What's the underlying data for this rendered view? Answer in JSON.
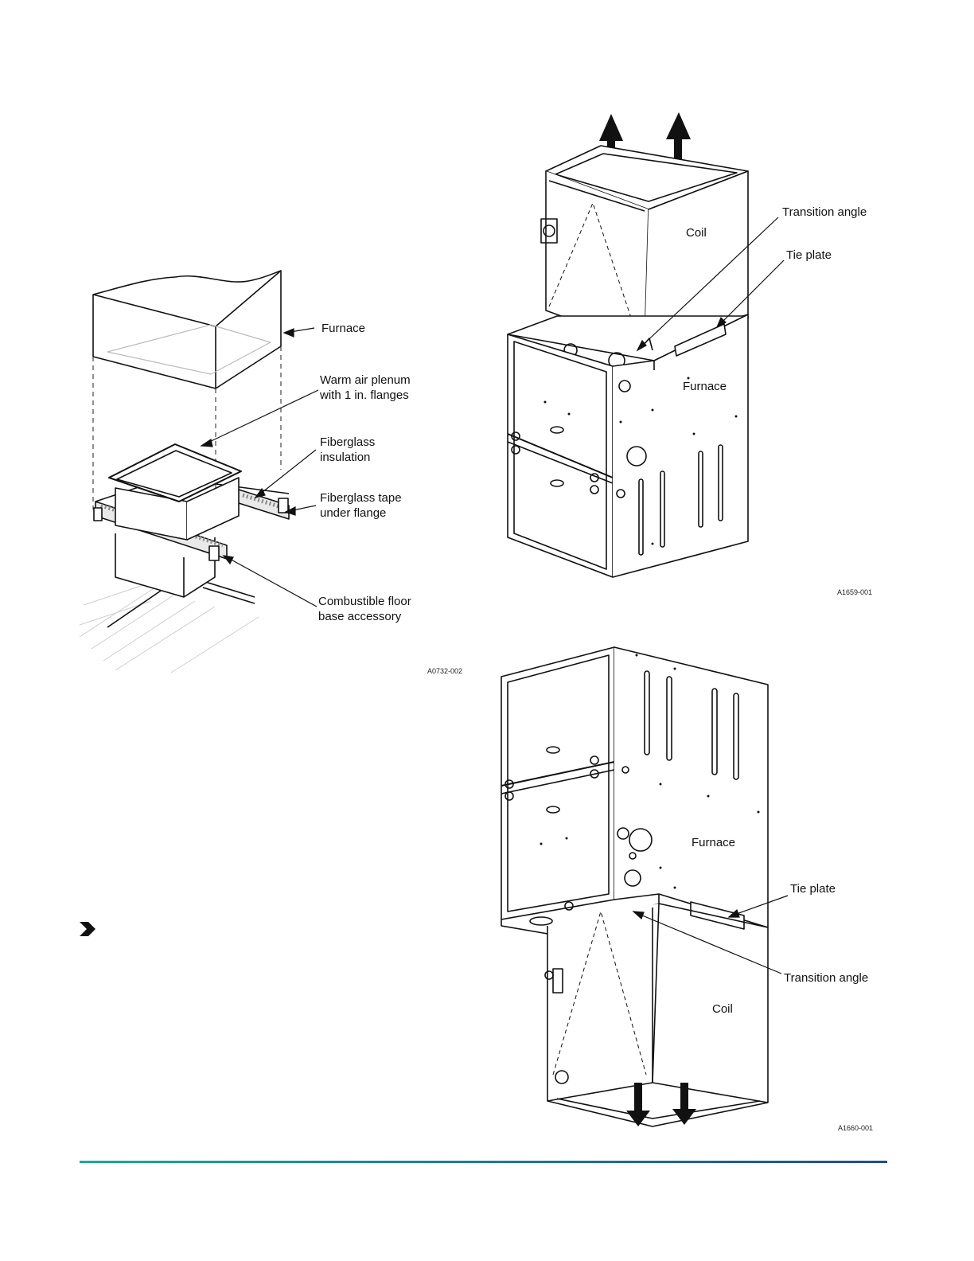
{
  "colors": {
    "accent_start": "#1aa9a0",
    "accent_end": "#1d4f8f",
    "ink": "#111111"
  },
  "figure_left": {
    "code": "A0732-002",
    "labels": {
      "furnace": "Furnace",
      "plenum": "Warm air plenum\nwith 1 in. flanges",
      "insulation": "Fiberglass\ninsulation",
      "tape": "Fiberglass tape\nunder flange",
      "base": "Combustible floor\nbase accessory"
    }
  },
  "figure_top_right": {
    "code": "A1659-001",
    "labels": {
      "transition": "Transition angle",
      "tie_plate": "Tie plate",
      "coil": "Coil",
      "furnace": "Furnace"
    }
  },
  "figure_bottom_right": {
    "code": "A1660-001",
    "labels": {
      "furnace": "Furnace",
      "tie_plate": "Tie plate",
      "transition": "Transition angle",
      "coil": "Coil"
    }
  },
  "bullet_icon": "chevron-right-icon"
}
